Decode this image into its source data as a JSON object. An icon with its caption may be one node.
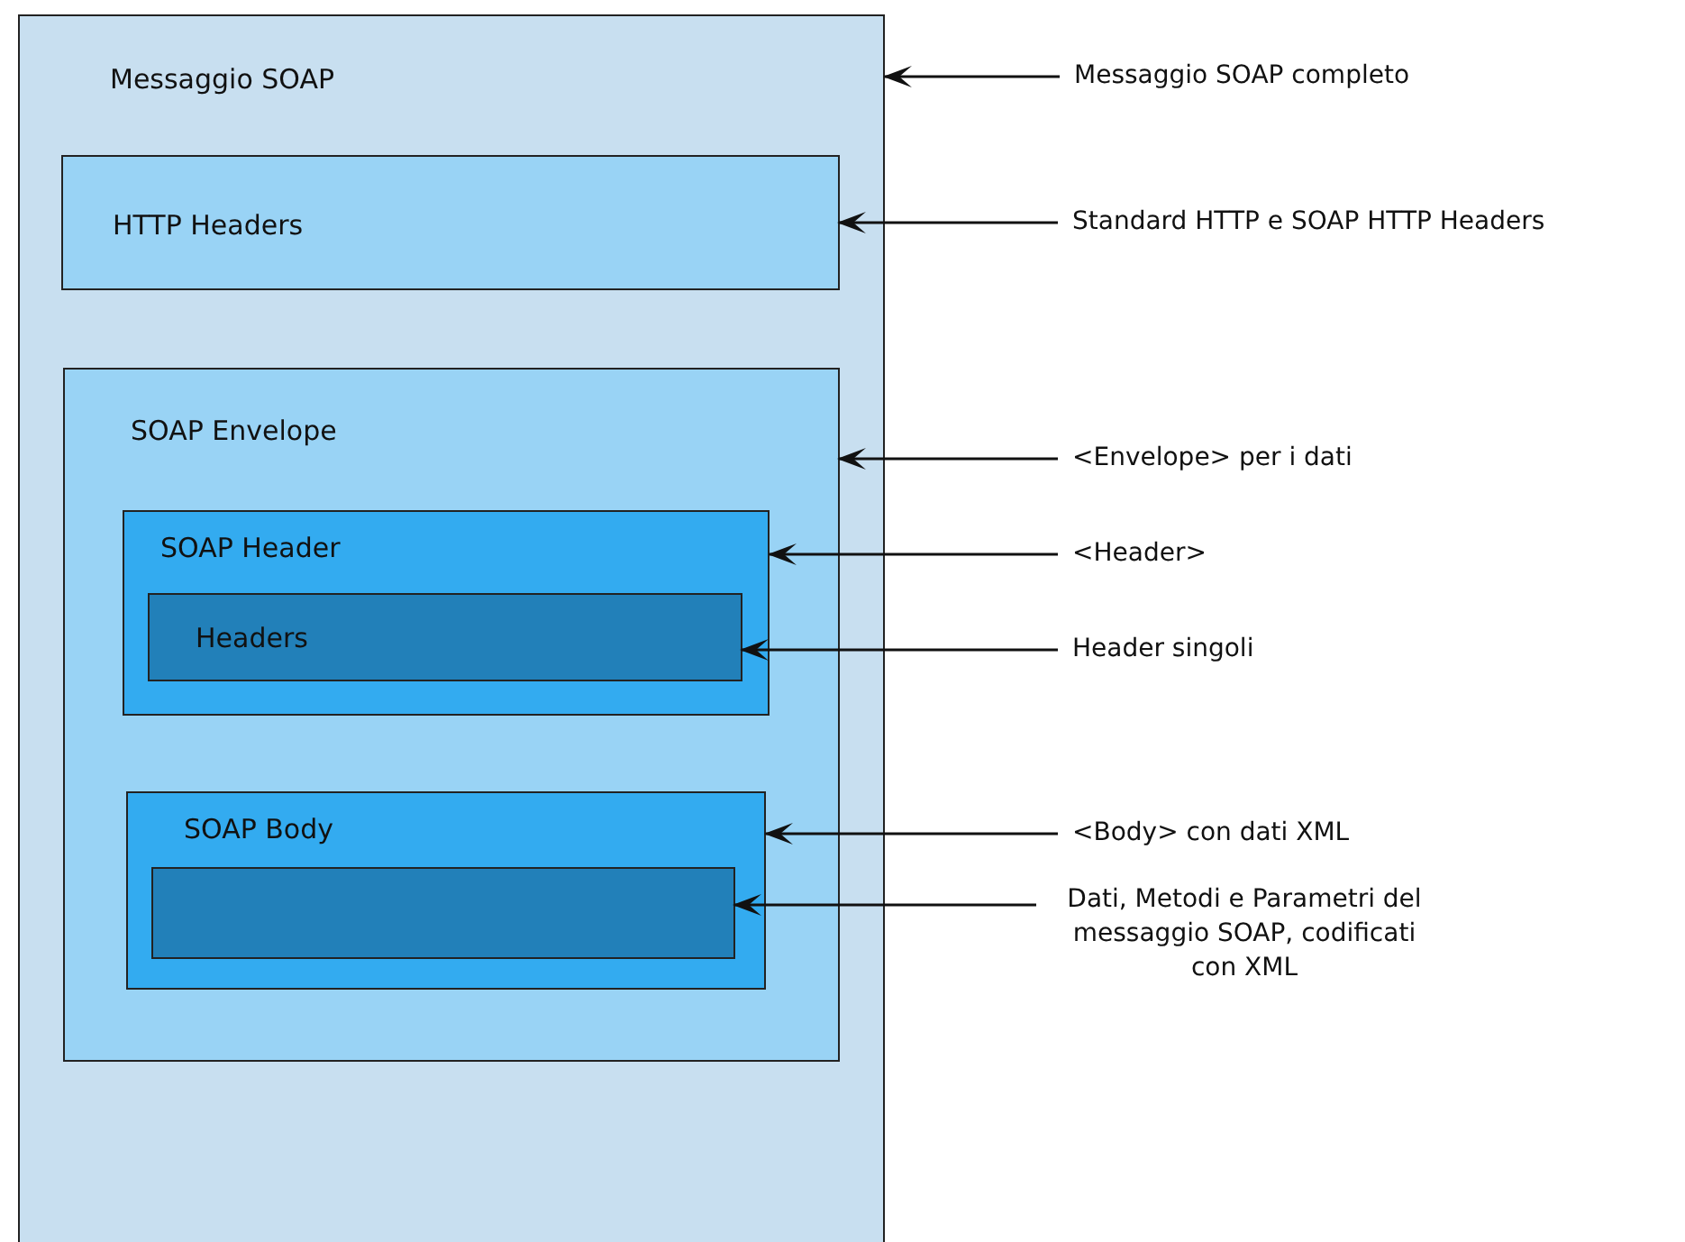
{
  "diagram": {
    "nodes": [
      {
        "text": [
          "Messaggio SOAP"
        ]
      },
      {
        "text": [
          "HTTP Headers"
        ],
        "in": 0
      },
      {
        "text": [
          "SOAP Envelope"
        ],
        "in": 0
      },
      {
        "text": [
          "SOAP Header"
        ],
        "in": 2
      },
      {
        "text": [
          "Headers"
        ],
        "in": 3
      },
      {
        "text": [
          "SOAP Body"
        ],
        "in": 2
      },
      {
        "text": [],
        "shape": "box",
        "in": 5
      },
      {
        "text": [
          "Messaggio SOAP completo"
        ]
      },
      {
        "text": [
          "Standard HTTP e SOAP HTTP Headers"
        ]
      },
      {
        "text": [
          "<Envelope> per i dati"
        ]
      },
      {
        "text": [
          "<Header>"
        ]
      },
      {
        "text": [
          "Header singoli"
        ]
      },
      {
        "text": [
          "<Body> con dati XML"
        ]
      },
      {
        "text": [
          "Dati, Metodi e Parametri del messaggio SOAP, codificati con XML"
        ]
      }
    ],
    "edges": [
      {
        "from": 7,
        "to": 0,
        "arrow": "to"
      },
      {
        "from": 8,
        "to": 1,
        "arrow": "to"
      },
      {
        "from": 9,
        "to": 2,
        "arrow": "to"
      },
      {
        "from": 10,
        "to": 3,
        "arrow": "to"
      },
      {
        "from": 11,
        "to": 4,
        "arrow": "to"
      },
      {
        "from": 12,
        "to": 5,
        "arrow": "to"
      },
      {
        "from": 13,
        "to": 6,
        "arrow": "to"
      }
    ]
  }
}
